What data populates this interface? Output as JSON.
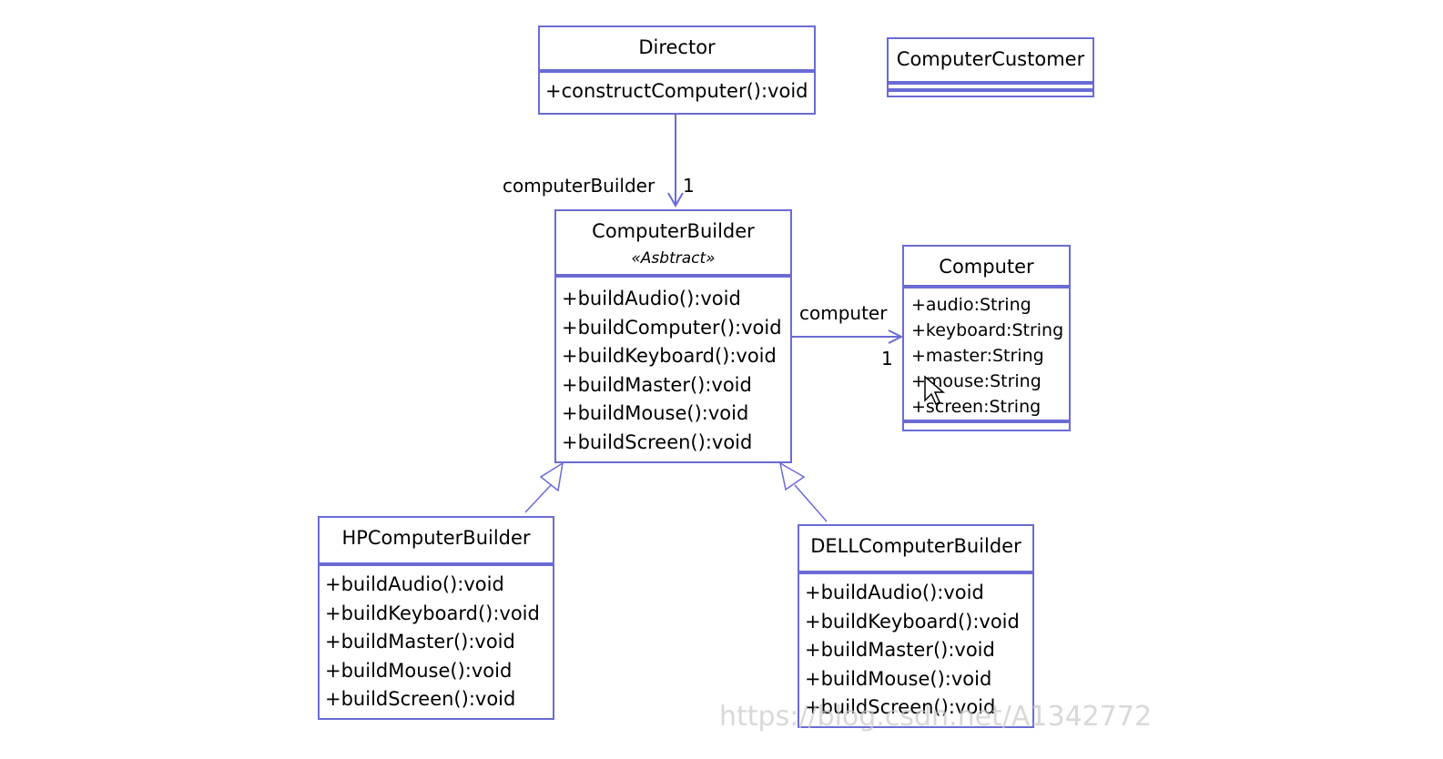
{
  "classes": {
    "director": {
      "name": "Director",
      "ops": [
        "+constructComputer():void"
      ]
    },
    "customer": {
      "name": "ComputerCustomer"
    },
    "builder": {
      "name": "ComputerBuilder",
      "stereotype": "«Asbtract»",
      "ops": [
        "+buildAudio():void",
        "+buildComputer():void",
        "+buildKeyboard():void",
        "+buildMaster():void",
        "+buildMouse():void",
        "+buildScreen():void"
      ]
    },
    "computer": {
      "name": "Computer",
      "attrs": [
        "+audio:String",
        "+keyboard:String",
        "+master:String",
        "+mouse:String",
        "+screen:String"
      ]
    },
    "hp": {
      "name": "HPComputerBuilder",
      "ops": [
        "+buildAudio():void",
        "+buildKeyboard():void",
        "+buildMaster():void",
        "+buildMouse():void",
        "+buildScreen():void"
      ]
    },
    "dell": {
      "name": "DELLComputerBuilder",
      "ops": [
        "+buildAudio():void",
        "+buildKeyboard():void",
        "+buildMaster():void",
        "+buildMouse():void",
        "+buildScreen():void"
      ]
    }
  },
  "associations": {
    "director_builder": {
      "role": "computerBuilder",
      "multiplicity": "1"
    },
    "builder_computer": {
      "role": "computer",
      "multiplicity": "1"
    }
  },
  "colors": {
    "line": "#6b6bd6",
    "background": "#ffffff"
  },
  "watermark": "https://blog.csdn.net/A1342772",
  "cursor_icon": "mouse-pointer"
}
